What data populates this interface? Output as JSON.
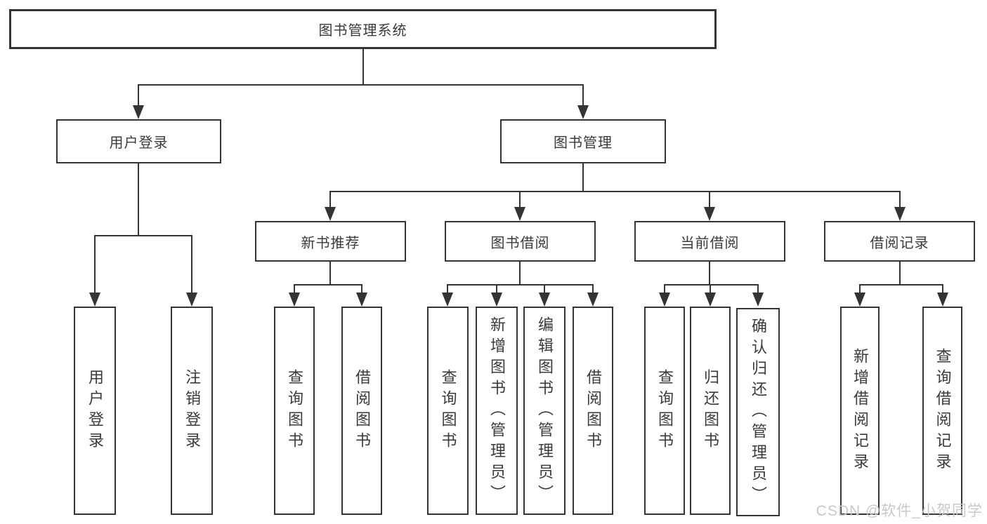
{
  "tree": {
    "label": "图书管理系统",
    "children": [
      {
        "label": "用户登录",
        "children": [
          {
            "label": "用户登录"
          },
          {
            "label": "注销登录"
          }
        ]
      },
      {
        "label": "图书管理",
        "children": [
          {
            "label": "新书推荐",
            "children": [
              {
                "label": "查询图书"
              },
              {
                "label": "借阅图书"
              }
            ]
          },
          {
            "label": "图书借阅",
            "children": [
              {
                "label": "查询图书"
              },
              {
                "label": "新增图书（管理员）"
              },
              {
                "label": "编辑图书（管理员）"
              },
              {
                "label": "借阅图书"
              }
            ]
          },
          {
            "label": "当前借阅",
            "children": [
              {
                "label": "查询图书"
              },
              {
                "label": "归还图书"
              },
              {
                "label": "确认归还（管理员）"
              }
            ]
          },
          {
            "label": "借阅记录",
            "children": [
              {
                "label": "新增借阅记录"
              },
              {
                "label": "查询借阅记录"
              }
            ]
          }
        ]
      }
    ]
  },
  "watermark": {
    "text": "CSDN @软件_小贺同学"
  },
  "colors": {
    "line": "#343434",
    "box_border": "#343434",
    "text": "#3a3a3a",
    "background": "#ffffff",
    "watermark": "#c9c9c9"
  }
}
